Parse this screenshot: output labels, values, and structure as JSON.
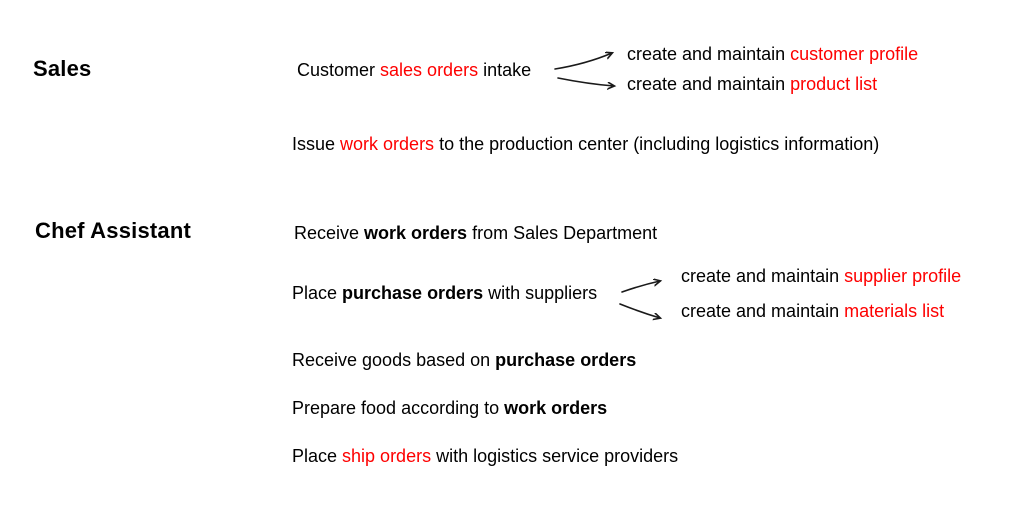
{
  "colors": {
    "accent_red": "#fe0000",
    "text": "#000000"
  },
  "sales": {
    "heading": "Sales",
    "intake": {
      "pre": "Customer ",
      "red": "sales orders",
      "post": " intake"
    },
    "branches": [
      {
        "pre": "create and maintain ",
        "red": "customer profile"
      },
      {
        "pre": "create and maintain ",
        "red": "product list"
      }
    ],
    "issue": {
      "pre": "Issue ",
      "red": "work orders",
      "post": " to the production center (including logistics information)"
    }
  },
  "chef": {
    "heading": "Chef Assistant",
    "receive_work": {
      "pre": "Receive ",
      "bold": "work orders",
      "post": " from Sales Department"
    },
    "place_purchase": {
      "pre": "Place ",
      "bold": "purchase orders",
      "post": " with suppliers"
    },
    "branches": [
      {
        "pre": "create and maintain ",
        "red": "supplier profile"
      },
      {
        "pre": "create and maintain ",
        "red": "materials list"
      }
    ],
    "receive_goods": {
      "pre": "Receive goods based on ",
      "bold": "purchase orders"
    },
    "prepare_food": {
      "pre": "Prepare food according to ",
      "bold": "work orders"
    },
    "place_ship": {
      "pre": "Place ",
      "red": "ship orders",
      "post": " with logistics service providers"
    }
  },
  "icons": {
    "fork_arrows": "two curved arrows branching right"
  }
}
